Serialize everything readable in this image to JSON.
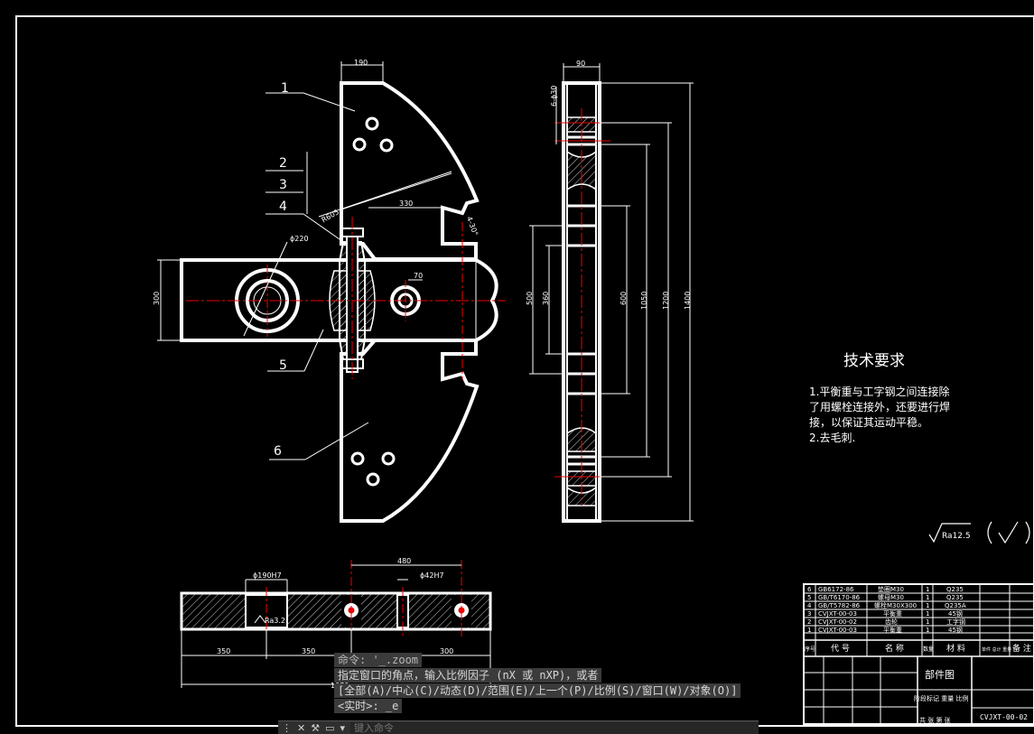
{
  "drawing": {
    "balloons": [
      "1",
      "2",
      "3",
      "4",
      "5",
      "6"
    ],
    "dims_front": {
      "d190": "190",
      "r605": "R605",
      "d330": "330",
      "ang": "4-30°",
      "phi220": "ϕ220",
      "d300": "300",
      "d70": "70"
    },
    "dims_side": {
      "d90": "90",
      "holes": "6-ϕ30",
      "v500": "500",
      "v360": "360",
      "v600": "600",
      "v1050": "1050",
      "v1200": "1200",
      "v1400": "1400"
    },
    "dims_bottom": {
      "d480": "480",
      "phi190": "ϕ190H7",
      "phi42": "ϕ42H7",
      "ra": "Ra3.2",
      "d350a": "350",
      "d350b": "350",
      "d300": "300",
      "d1070": "1070"
    }
  },
  "notes": {
    "title": "技术要求",
    "lines": [
      "1.平衡重与工字钢之间连接除",
      "了用螺栓连接外，还要进行焊",
      "接，以保证其运动平稳。",
      "2.去毛刺."
    ],
    "roughness": "Ra12.5"
  },
  "title_block": {
    "parts": [
      {
        "no": "6",
        "code": "GB6172-86",
        "name": "垫圈M30",
        "qty": "1",
        "mat": "Q235"
      },
      {
        "no": "5",
        "code": "GB/T6170-86",
        "name": "螺母M30",
        "qty": "1",
        "mat": "Q235"
      },
      {
        "no": "4",
        "code": "GB/T5782-86",
        "name": "螺栓M30X300",
        "qty": "1",
        "mat": "Q235A"
      },
      {
        "no": "3",
        "code": "CVJXT-00-03",
        "name": "平衡重",
        "qty": "1",
        "mat": "45钢"
      },
      {
        "no": "2",
        "code": "CVJXT-00-02",
        "name": "齿轮",
        "qty": "1",
        "mat": "工字钢"
      },
      {
        "no": "1",
        "code": "CVJXT-00-03",
        "name": "平衡重",
        "qty": "1",
        "mat": "45钢"
      }
    ],
    "headers": {
      "no": "序号",
      "code": "代 号",
      "name": "名 称",
      "qty": "数量",
      "mat": "材 料",
      "weight": "单件 总计 重量",
      "remark": "备 注"
    },
    "drawing_title": "部件图",
    "drawing_no": "CVJXT-00-02",
    "stage": "阶段标记  重量  比例",
    "sheet": "共 张 第 张"
  },
  "command": {
    "history": "命令: '_.zoom",
    "line1": "指定窗口的角点，输入比例因子 (nX 或 nXP)，或者",
    "line2": "[全部(A)/中心(C)/动态(D)/范围(E)/上一个(P)/比例(S)/窗口(W)/对象(O)]",
    "line3": "<实时>: _e",
    "placeholder": "键入命令"
  }
}
